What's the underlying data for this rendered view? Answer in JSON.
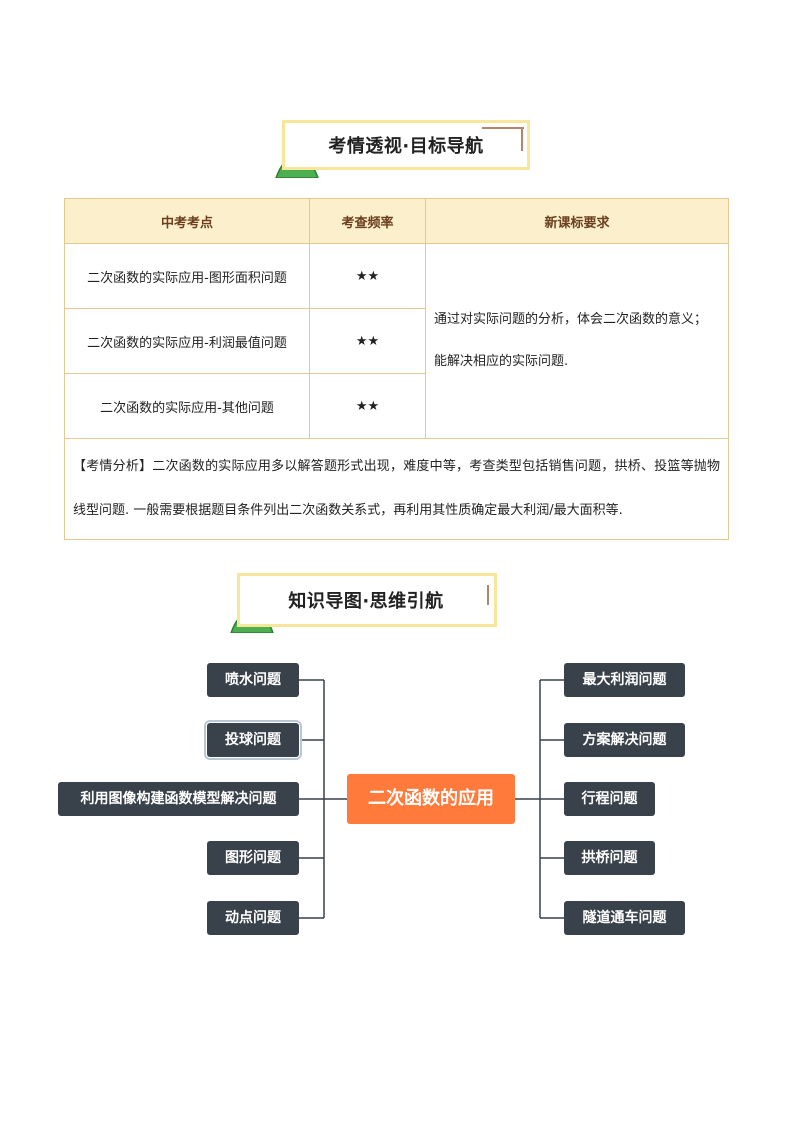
{
  "banner1": {
    "title": "考情透视·目标导航"
  },
  "table": {
    "headers": [
      "中考考点",
      "考查频率",
      "新课标要求"
    ],
    "rows": [
      {
        "topic": "二次函数的实际应用-图形面积问题",
        "freq": "★★"
      },
      {
        "topic": "二次函数的实际应用-利润最值问题",
        "freq": "★★"
      },
      {
        "topic": "二次函数的实际应用-其他问题",
        "freq": "★★"
      }
    ],
    "requirement_line1": "通过对实际问题的分析，体会二次函数的意义；",
    "requirement_line2": "能解决相应的实际问题.",
    "analysis": "【考情分析】二次函数的实际应用多以解答题形式出现，难度中等，考查类型包括销售问题，拱桥、投篮等抛物线型问题. 一般需要根据题目条件列出二次函数关系式，再利用其性质确定最大利润/最大面积等."
  },
  "banner2": {
    "title": "知识导图·思维引航"
  },
  "mindmap": {
    "center": "二次函数的应用",
    "left": [
      "喷水问题",
      "投球问题",
      "利用图像构建函数模型解决问题",
      "图形问题",
      "动点问题"
    ],
    "right": [
      "最大利润问题",
      "方案解决问题",
      "行程问题",
      "拱桥问题",
      "隧道通车问题"
    ],
    "colors": {
      "center": "#ff7a3b",
      "node": "#39414a",
      "banner_frame": "#f7e79a",
      "mountain": "#4caf50"
    }
  }
}
